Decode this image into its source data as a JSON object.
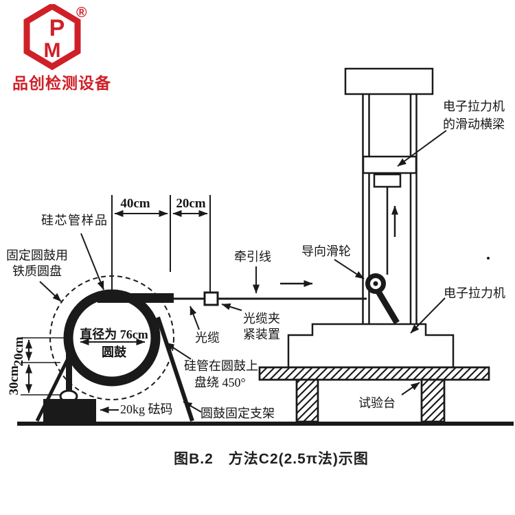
{
  "logo": {
    "brand": "品创检测设备",
    "registered": "®",
    "monogram_p": "P",
    "monogram_m": "M",
    "color": "#cf2028"
  },
  "figure": {
    "caption": "图B.2　方法C2(2.5π法)示图",
    "dimensions": {
      "h40": "40cm",
      "h20": "20cm",
      "v20": "20cm",
      "v30": "30cm",
      "diameter_line1": "直径为 76cm",
      "diameter_line2": "圆鼓"
    },
    "labels": {
      "sample": "硅芯管样品",
      "disc1": "固定圆鼓用",
      "disc2": "铁质圆盘",
      "weight": "20kg 砝码",
      "stand": "圆鼓固定支架",
      "wind1": "硅管在圆鼓上",
      "wind2": "盘绕 450°",
      "cable": "光缆",
      "clamp1": "光缆夹",
      "clamp2": "紧装置",
      "traction": "牵引线",
      "pulley": "导向滑轮",
      "beam1": "电子拉力机",
      "beam2": "的滑动横梁",
      "machine": "电子拉力机",
      "bench": "试验台"
    }
  }
}
